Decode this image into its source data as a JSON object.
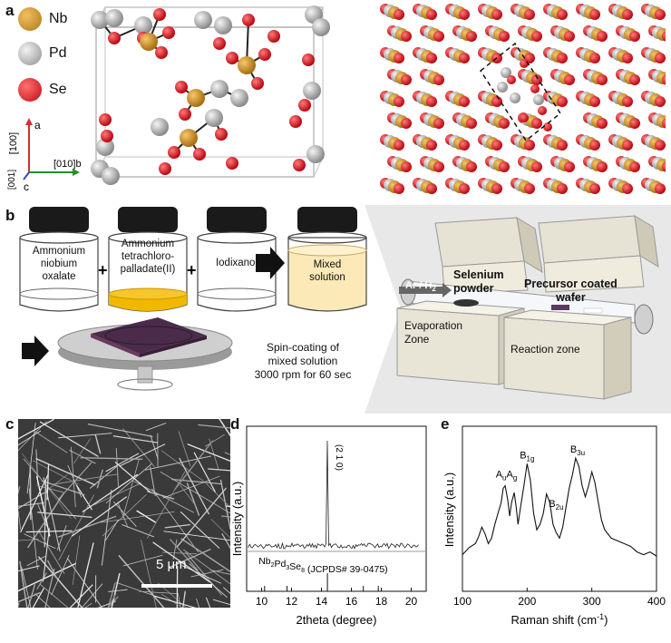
{
  "panels": {
    "a": "a",
    "b": "b",
    "c": "c",
    "d": "d",
    "e": "e"
  },
  "legend": [
    {
      "label": "Nb",
      "color": "#c9922e"
    },
    {
      "label": "Pd",
      "color": "#b5b5b5"
    },
    {
      "label": "Se",
      "color": "#e0202a"
    }
  ],
  "axes_a": {
    "a_label": "a",
    "a_dir": "[100]",
    "b_label": "[010]b",
    "c_label": "c",
    "c_dir": "[001]"
  },
  "vials": [
    {
      "line1": "Ammonium",
      "line2": "niobium",
      "line3": "oxalate"
    },
    {
      "line1": "Ammonium",
      "line2": "tetrachloro-",
      "line3": "palladate(II)"
    },
    {
      "line1": "Iodixanol",
      "line2": "",
      "line3": ""
    },
    {
      "line1": "Mixed",
      "line2": "solution",
      "line3": ""
    }
  ],
  "spin": {
    "line1": "Spin-coating of",
    "line2": "mixed solution",
    "line3": "3000 rpm for 60 sec"
  },
  "furnace": {
    "gas": "Ar / H",
    "gas_sub": "2",
    "selenium1": "Selenium",
    "selenium2": "powder",
    "precursor1": "Precursor coated",
    "precursor2": "wafer",
    "evap1": "Evaporation",
    "evap2": "Zone",
    "reaction": "Reaction zone"
  },
  "sem": {
    "scale": "5 μm"
  },
  "chart_data": [
    {
      "type": "line",
      "title": "",
      "xlabel": "2theta (degree)",
      "ylabel": "Intensity (a.u.)",
      "xlim": [
        9,
        21
      ],
      "x_ticks": [
        10,
        12,
        14,
        16,
        18,
        20
      ],
      "peak_label": "(2 1 0)",
      "peak_position": 14.4,
      "reference_label": "Nb2Pd3Se8 (JCPDS# 39-0475)",
      "reference_lines": [
        10.2,
        11.7,
        14.4,
        16.8,
        17.8
      ],
      "reference_text": {
        "pre": "Nb",
        "s1": "2",
        "mid1": "Pd",
        "s2": "3",
        "mid2": "Se",
        "s3": "8",
        "post": " (JCPDS# 39-0475)"
      }
    },
    {
      "type": "line",
      "title": "",
      "xlabel": "Raman shift (cm",
      "xlabel_sup": "-1",
      "xlabel_end": ")",
      "ylabel": "Intensity (a.u.)",
      "xlim": [
        100,
        400
      ],
      "x_ticks": [
        100,
        200,
        300,
        400
      ],
      "x": [
        100,
        110,
        120,
        125,
        130,
        135,
        140,
        145,
        150,
        155,
        160,
        163,
        166,
        170,
        173,
        176,
        180,
        183,
        186,
        190,
        195,
        200,
        205,
        210,
        215,
        220,
        225,
        230,
        235,
        240,
        245,
        250,
        255,
        260,
        265,
        270,
        275,
        280,
        285,
        290,
        295,
        300,
        305,
        310,
        315,
        320,
        330,
        340,
        350,
        360,
        370,
        380,
        390,
        400
      ],
      "y": [
        0.2,
        0.25,
        0.28,
        0.33,
        0.4,
        0.35,
        0.28,
        0.32,
        0.42,
        0.5,
        0.58,
        0.68,
        0.7,
        0.6,
        0.48,
        0.58,
        0.65,
        0.55,
        0.42,
        0.55,
        0.7,
        0.86,
        0.74,
        0.5,
        0.38,
        0.42,
        0.5,
        0.64,
        0.58,
        0.42,
        0.36,
        0.32,
        0.4,
        0.54,
        0.68,
        0.78,
        0.9,
        0.84,
        0.7,
        0.62,
        0.7,
        0.8,
        0.72,
        0.58,
        0.45,
        0.38,
        0.32,
        0.3,
        0.28,
        0.26,
        0.22,
        0.2,
        0.22,
        0.19
      ],
      "annotations": [
        {
          "x": 168,
          "base": "A",
          "sub": "u",
          "base2": "A",
          "sub2": "g"
        },
        {
          "x": 200,
          "base": "B",
          "sub": "1g"
        },
        {
          "x": 245,
          "base": "B",
          "sub": "2u"
        },
        {
          "x": 278,
          "base": "B",
          "sub": "3u"
        }
      ]
    }
  ]
}
